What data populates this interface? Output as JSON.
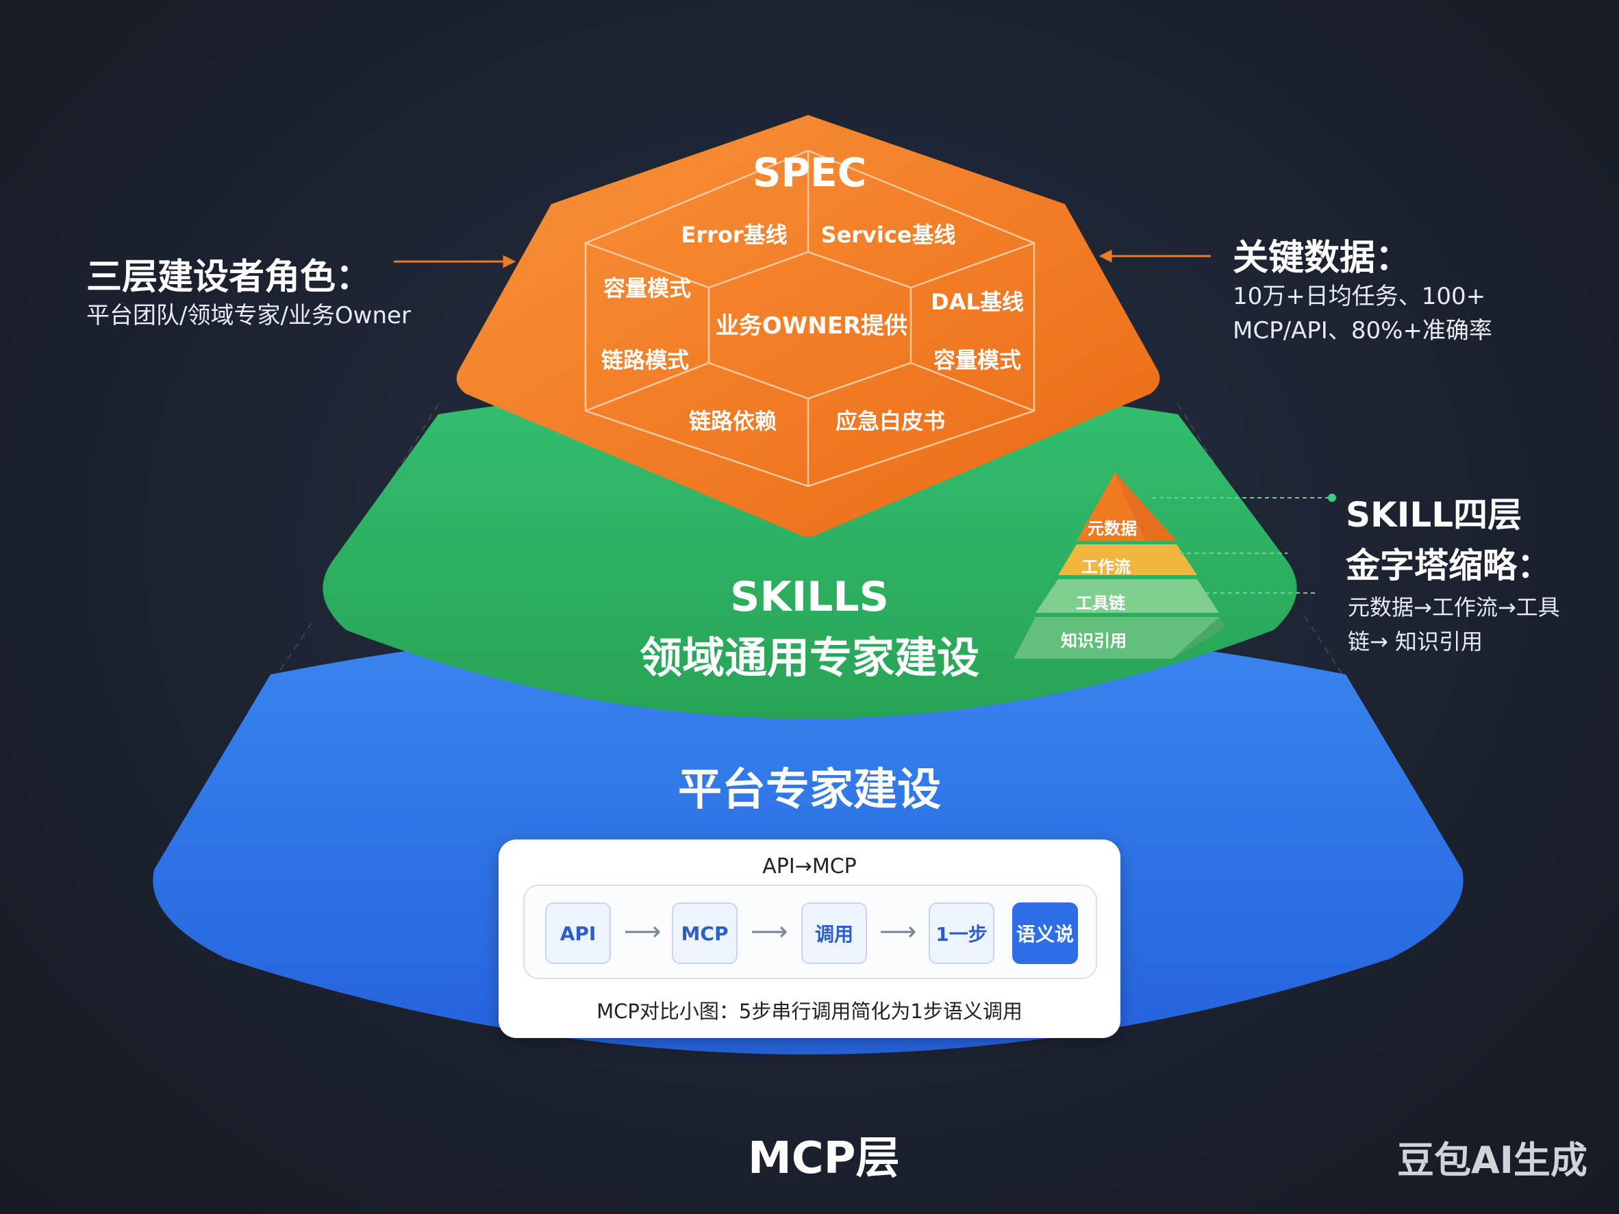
{
  "spec": {
    "title": "SPEC",
    "center": "业务OWNER提供",
    "cells": [
      "Error基线",
      "Service基线",
      "容量模式",
      "DAL基线",
      "链路模式",
      "容量模式",
      "链路依赖",
      "应急白皮书"
    ]
  },
  "skills": {
    "title": "SKILLS",
    "subtitle": "领域通用专家建设",
    "pyramid": [
      "元数据",
      "工作流",
      "工具链",
      "知识引用"
    ]
  },
  "platform": {
    "title": "平台专家建设",
    "flow_title": "API→MCP",
    "steps": [
      "API",
      "MCP",
      "调用",
      "1一步",
      "语义说"
    ],
    "caption": "MCP对比小图：5步串行调用简化为1步语义调用"
  },
  "bottom_label": "MCP层",
  "left_note": {
    "title": "三层建设者角色：",
    "text": "平台团队/领域专家/业务Owner"
  },
  "right_note": {
    "title": "关键数据：",
    "lines": [
      "10万+日均任务、100+",
      "MCP/API、80%+准确率"
    ]
  },
  "skill_note": {
    "title_lines": [
      "SKILL四层",
      "金字塔缩略："
    ],
    "lines": [
      "元数据→工作流→工具",
      "链→ 知识引用"
    ]
  },
  "watermark": "豆包AI生成",
  "colors": {
    "spec": "#f07a22",
    "skills": "#2fb463",
    "platform": "#2f73e6",
    "background": "#1c2230"
  }
}
